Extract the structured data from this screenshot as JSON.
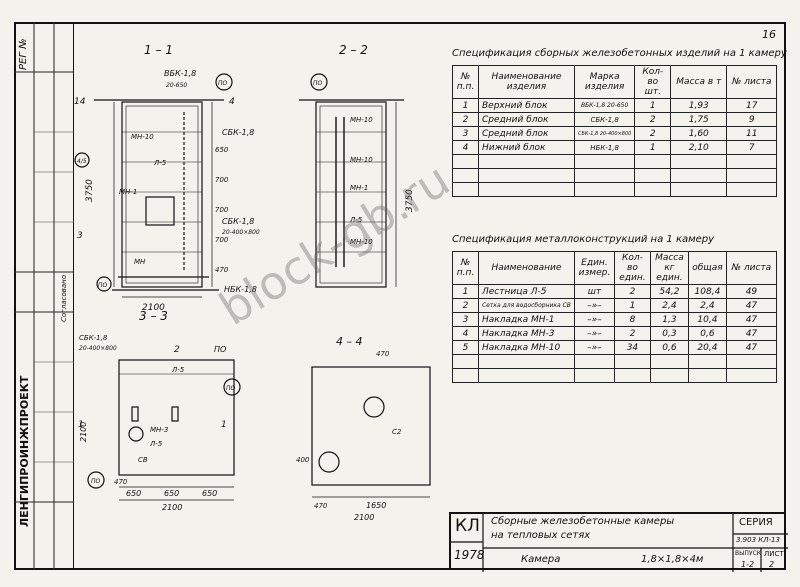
{
  "sheet_number": "16",
  "left_strip": {
    "reg_label": "РЕГ №",
    "org_name": "ЛЕНГИПРОИНЖПРОЕКТ",
    "approved": "Согласовано"
  },
  "sections": {
    "s11": "1 – 1",
    "s22": "2 – 2",
    "s33": "3 – 3",
    "s44": "4 – 4"
  },
  "drawing_labels": {
    "vbk": "ВБК-1,8",
    "vbk_sub": "20-650",
    "mn10": "МН-10",
    "l5": "Л-5",
    "mn1": "МН-1",
    "sbk": "СБК-1,8",
    "sbk2": "СБК-1,8",
    "sbk2_sub": "20-400×800",
    "nbk": "НБК-1,8",
    "mn_lower": "МН",
    "dim_2100": "2100",
    "dim_3750": "3750",
    "dim_470": "470",
    "dim_700": "700",
    "dim_650": "650",
    "dim_14": "14",
    "dim_4": "4",
    "dim_3": "3",
    "dim_4_5": "4/5",
    "dim_2": "2",
    "dim_1": "1",
    "dim_1650": "1650",
    "dim_400": "400",
    "po": "ПО",
    "mn3": "МН-3",
    "sv": "СВ",
    "c2": "С2"
  },
  "spec1": {
    "caption": "Спецификация сборных железобетонных изделий на 1 камеру",
    "headers": [
      "№ п.п.",
      "Наименование изделия",
      "Марка изделия",
      "Кол-во шт.",
      "Масса в т",
      "№ листа"
    ],
    "rows": [
      [
        "1",
        "Верхний блок",
        "ВБК-1,8 20-650",
        "1",
        "1,93",
        "17"
      ],
      [
        "2",
        "Средний блок",
        "СБК-1,8",
        "2",
        "1,75",
        "9"
      ],
      [
        "3",
        "Средний блок",
        "СБК-1,8 20-400×800",
        "2",
        "1,60",
        "11"
      ],
      [
        "4",
        "Нижний блок",
        "НБК-1,8",
        "1",
        "2,10",
        "7"
      ]
    ]
  },
  "spec2": {
    "caption": "Спецификация металлоконструкций на 1 камеру",
    "headers": [
      "№ п.п.",
      "Наименование",
      "Един. измер.",
      "Кол-во един.",
      "Масса кг един.",
      "общая",
      "№ листа"
    ],
    "rows": [
      [
        "1",
        "Лестница Л-5",
        "шт",
        "2",
        "54,2",
        "108,4",
        "49"
      ],
      [
        "2",
        "Сетка для водосборника СВ",
        "–»–",
        "1",
        "2,4",
        "2,4",
        "47"
      ],
      [
        "3",
        "Накладка МН-1",
        "–»–",
        "8",
        "1,3",
        "10,4",
        "47"
      ],
      [
        "4",
        "Накладка МН-3",
        "–»–",
        "2",
        "0,3",
        "0,6",
        "47"
      ],
      [
        "5",
        "Накладка МН-10",
        "–»–",
        "34",
        "0,6",
        "20,4",
        "47"
      ]
    ]
  },
  "title_block": {
    "code": "КЛ",
    "year": "1978",
    "title1": "Сборные железобетонные камеры",
    "title2": "на тепловых сетях",
    "subject": "Камера",
    "size": "1,8×1,8×4м",
    "series_label": "СЕРИЯ",
    "series": "3.903 КЛ-13",
    "issue_label": "ВЫПУСК",
    "issue": "1-2",
    "sheet_label": "ЛИСТ",
    "sheet": "2"
  },
  "watermark": "block-gb.ru"
}
